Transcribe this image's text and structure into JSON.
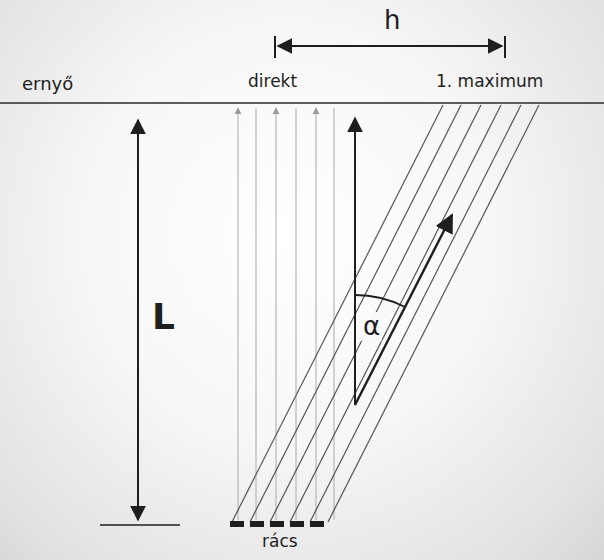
{
  "diagram": {
    "labels": [
      "ernyő",
      "h",
      "direkt",
      "1. maximum",
      "L",
      "α",
      "rács"
    ]
  }
}
